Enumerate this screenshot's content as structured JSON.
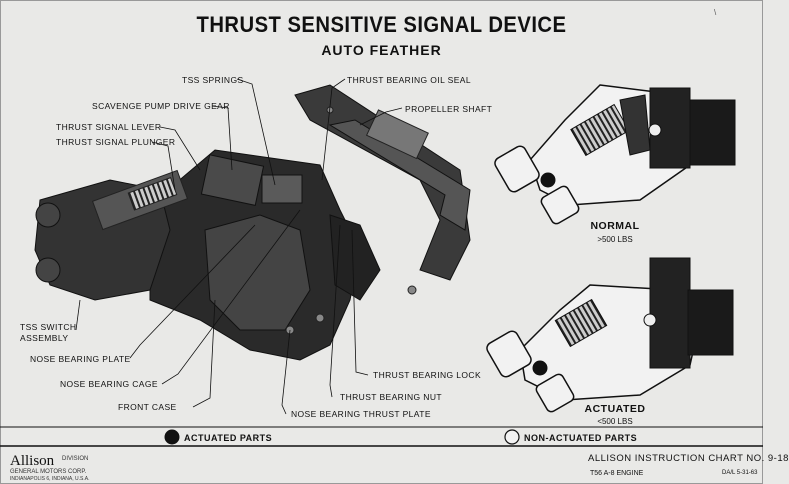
{
  "title": "THRUST SENSITIVE SIGNAL DEVICE",
  "subtitle": "AUTO FEATHER",
  "corner_mark": "\\",
  "labels": {
    "tss_springs": "TSS SPRINGS",
    "scavenge_pump": "SCAVENGE PUMP DRIVE GEAR",
    "thrust_signal_lever": "THRUST SIGNAL LEVER",
    "thrust_signal_plunger": "THRUST SIGNAL PLUNGER",
    "thrust_bearing_oil_seal": "THRUST BEARING OIL SEAL",
    "propeller_shaft": "PROPELLER SHAFT",
    "tss_switch_1": "TSS SWITCH",
    "tss_switch_2": "ASSEMBLY",
    "nose_bearing_plate": "NOSE BEARING PLATE",
    "nose_bearing_cage": "NOSE BEARING CAGE",
    "front_case": "FRONT CASE",
    "nose_bearing_thrust_plate": "NOSE BEARING THRUST PLATE",
    "thrust_bearing_nut": "THRUST BEARING NUT",
    "thrust_bearing_lock": "THRUST BEARING LOCK"
  },
  "views": {
    "normal": {
      "caption": "NORMAL",
      "sub": ">500 LBS"
    },
    "actuated": {
      "caption": "ACTUATED",
      "sub": "<500 LBS"
    }
  },
  "legend": {
    "actuated": "ACTUATED PARTS",
    "non_actuated": "NON-ACTUATED PARTS"
  },
  "footer": {
    "brand": "Allison",
    "division": "DIVISION",
    "gm": "GENERAL MOTORS CORP.",
    "location": "INDIANAPOLIS 6, INDIANA, U.S.A.",
    "chart_no": "ALLISON INSTRUCTION CHART NO. 9-18",
    "engine": "T56 A-8 ENGINE",
    "date": "DA/L 5-31-63"
  },
  "colors": {
    "paper": "#e9e9e7",
    "ink": "#111111"
  }
}
